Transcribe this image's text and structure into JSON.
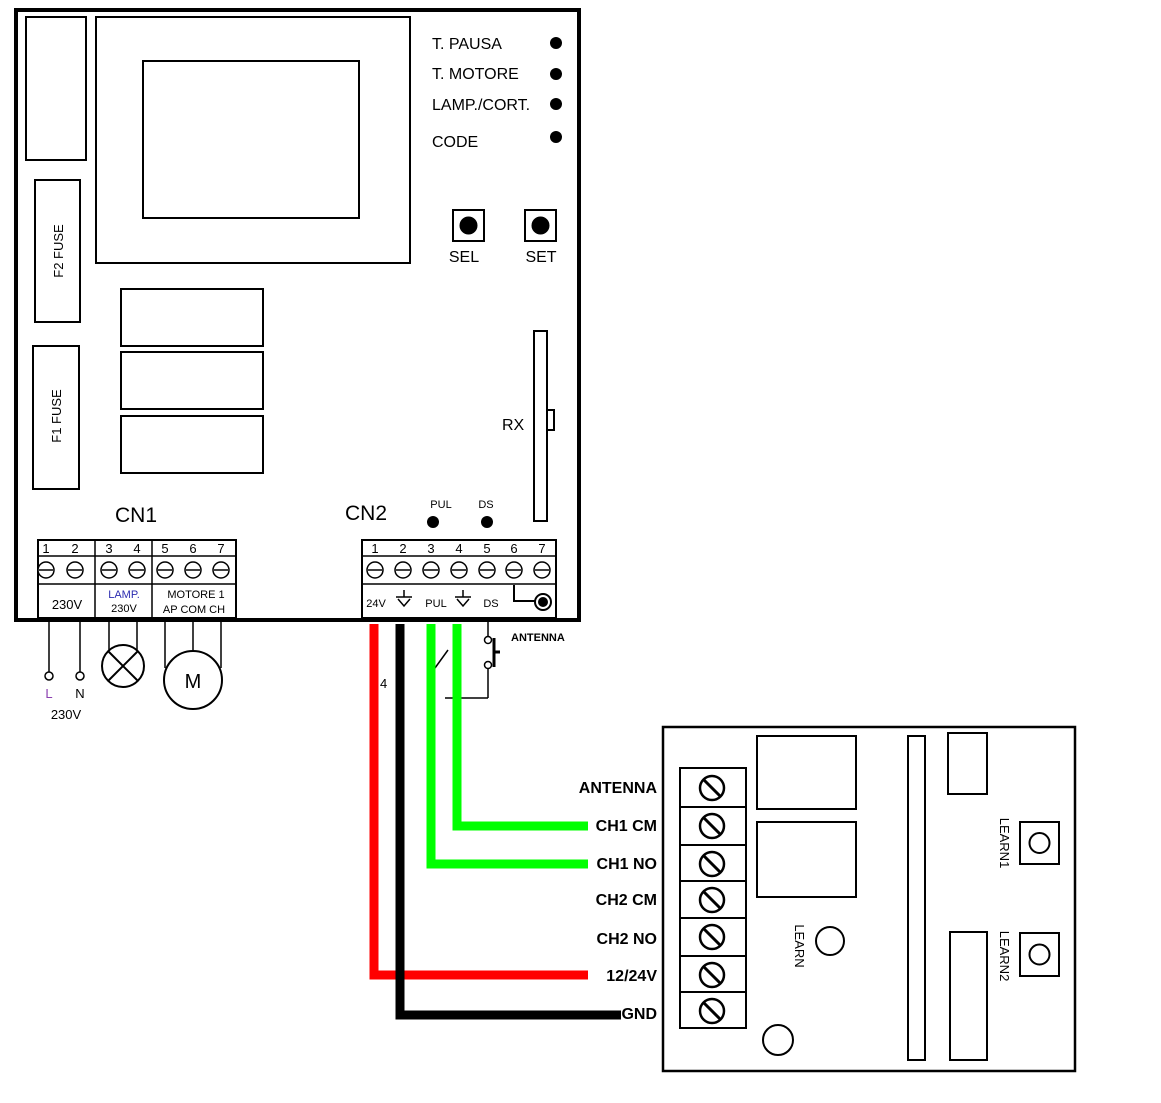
{
  "controller": {
    "leds": [
      "T. PAUSA",
      "T. MOTORE",
      "LAMP./CORT.",
      "CODE"
    ],
    "buttons": [
      "SEL",
      "SET"
    ],
    "fuses": [
      "F2  FUSE",
      "F1  FUSE"
    ],
    "rx_label": "RX",
    "cn1": {
      "title": "CN1",
      "pins": [
        "1",
        "2",
        "3",
        "4",
        "5",
        "6",
        "7"
      ],
      "label_230v": "230V",
      "label_lamp_1": "LAMP.",
      "label_lamp_2": "230V",
      "label_motore": "MOTORE 1",
      "label_motore_pins": "AP COM CH"
    },
    "cn2": {
      "title": "CN2",
      "pins": [
        "1",
        "2",
        "3",
        "4",
        "5",
        "6",
        "7"
      ],
      "label_24v": "24V",
      "label_pul": "PUL",
      "label_ds": "DS",
      "led_pul": "PUL",
      "led_ds": "DS"
    },
    "antenna_label": "ANTENNA",
    "supply": {
      "l": "L",
      "n": "N",
      "v": "230V"
    },
    "motor_label": "M",
    "wire_mark": "4"
  },
  "receiver": {
    "terminals": [
      "ANTENNA",
      "CH1 CM",
      "CH1 NO",
      "CH2 CM",
      "CH2 NO",
      "12/24V",
      "GND"
    ],
    "learn": "LEARN",
    "learn1": "LEARN1",
    "learn2": "LEARN2"
  },
  "colors": {
    "wire_red": "#ff0000",
    "wire_black": "#000000",
    "wire_green": "#00ff00"
  }
}
